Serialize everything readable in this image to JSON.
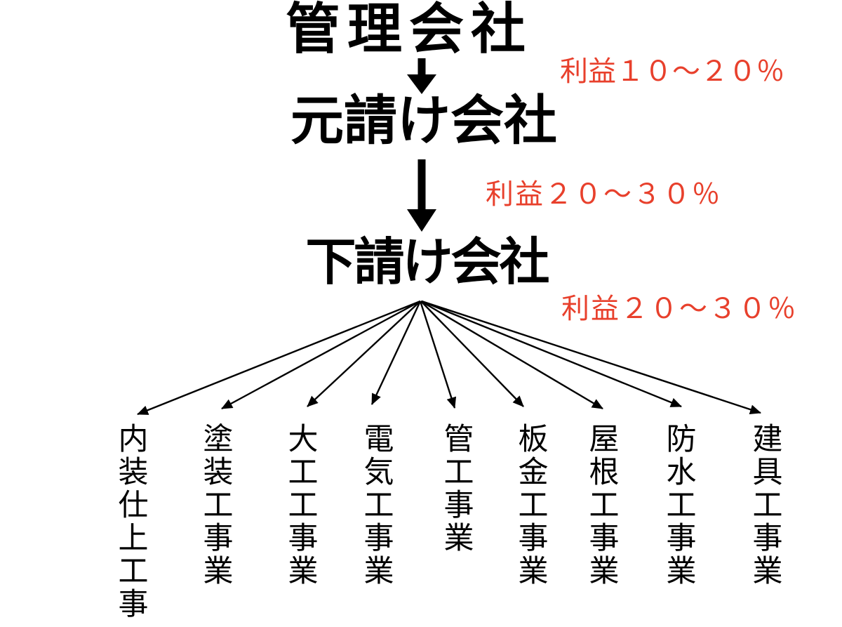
{
  "diagram": {
    "background_color": "#ffffff",
    "text_color": "#000000",
    "accent_color": "#e8402c",
    "levels": [
      {
        "id": "management-company",
        "label": "管理会社"
      },
      {
        "id": "prime-contractor",
        "label": "元請け会社"
      },
      {
        "id": "subcontractor",
        "label": "下請け会社"
      }
    ],
    "profit_labels": [
      {
        "text": "利益１０～２０％"
      },
      {
        "text": "利益２０～３０％"
      },
      {
        "text": "利益２０～３０％"
      }
    ],
    "trades": [
      "内装仕上工事",
      "塗装工事業",
      "大工工事業",
      "電気工事業",
      "管工事業",
      "板金工事業",
      "屋根工事業",
      "防水工事業",
      "建具工事業"
    ]
  }
}
